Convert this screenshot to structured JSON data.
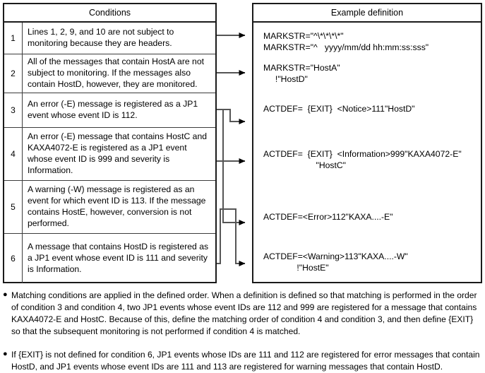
{
  "table": {
    "conditions_header": "Conditions",
    "definition_header": "Example definition",
    "rows": [
      {
        "num": "1",
        "text": "Lines 1, 2, 9, and 10 are not subject to monitoring because they are headers."
      },
      {
        "num": "2",
        "text": "All of the messages that contain HostA are not subject to monitoring. If the messages also contain HostD, however, they are monitored."
      },
      {
        "num": "3",
        "text": "An error (-E) message is registered as a JP1 event whose event ID is 112."
      },
      {
        "num": "4",
        "text": "An error (-E) message that contains HostC and KAXA4072-E is registered as a JP1 event whose event ID is 999 and severity is Information."
      },
      {
        "num": "5",
        "text": "A warning (-W) message is registered as an event for which event ID is 113. If the message contains HostE, however, conversion is not performed."
      },
      {
        "num": "6",
        "text": "A message that contains HostD is registered as a JP1 event whose event ID is 111 and severity is Information."
      }
    ]
  },
  "definitions": [
    {
      "id": "def-1",
      "text": "MARKSTR=\"^\\*\\*\\*\\*\"\nMARKSTR=\"^   yyyy/mm/dd hh:mm:ss:sss\""
    },
    {
      "id": "def-2",
      "text": "MARKSTR=\"HostA\"\n     !\"HostD\""
    },
    {
      "id": "def-3",
      "text": "ACTDEF=  {EXIT}  <Notice>111\"HostD\""
    },
    {
      "id": "def-4",
      "text": "ACTDEF=  {EXIT}  <Information>999\"KAXA4072-E\"\n                      \"HostC\""
    },
    {
      "id": "def-5",
      "text": "ACTDEF=<Error>112\"KAXA....-E\""
    },
    {
      "id": "def-6",
      "text": "ACTDEF=<Warning>113\"KAXA....-W\"\n              !\"HostE\""
    }
  ],
  "notes": [
    {
      "bullet": "●",
      "text": "Matching conditions are applied in the defined order. When a definition is defined so that matching is performed in the order of condition 3 and condition 4, two JP1 events whose event IDs are 112 and 999 are registered for a message that contains KAXA4072-E and HostC. Because of this, define the matching order of condition 4 and condition 3, and then define {EXIT} so that the subsequent monitoring is not performed if condition 4 is matched."
    },
    {
      "bullet": "●",
      "text": "If {EXIT} is not defined for condition 6, JP1 events whose IDs are 111 and 112 are registered for error messages that contain HostD, and JP1 events whose event IDs are 111 and 113 are registered for warning messages that contain HostD."
    }
  ],
  "colors": {
    "border": "#1a1a1a",
    "grid": "#3c3c3c",
    "connector": "#555555",
    "arrowhead": "#000000",
    "background": "#ffffff"
  }
}
